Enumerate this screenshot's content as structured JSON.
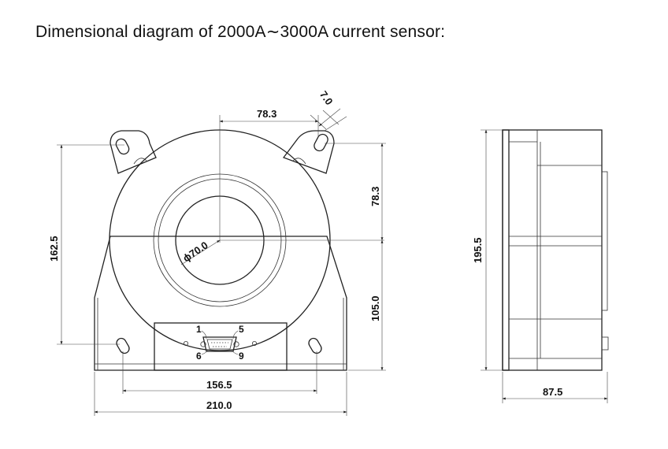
{
  "title": "Dimensional diagram of 2000A∼3000A current sensor:",
  "dimensions": {
    "top_offset": "78.3",
    "slot_width": "7.0",
    "total_height": "162.5",
    "upper_right": "78.3",
    "lower_right": "105.0",
    "aperture": "ϕ70.0",
    "hole_spacing": "156.5",
    "base_width": "210.0",
    "side_height": "195.5",
    "side_depth": "87.5"
  },
  "pins": [
    "1",
    "5",
    "6",
    "9"
  ]
}
